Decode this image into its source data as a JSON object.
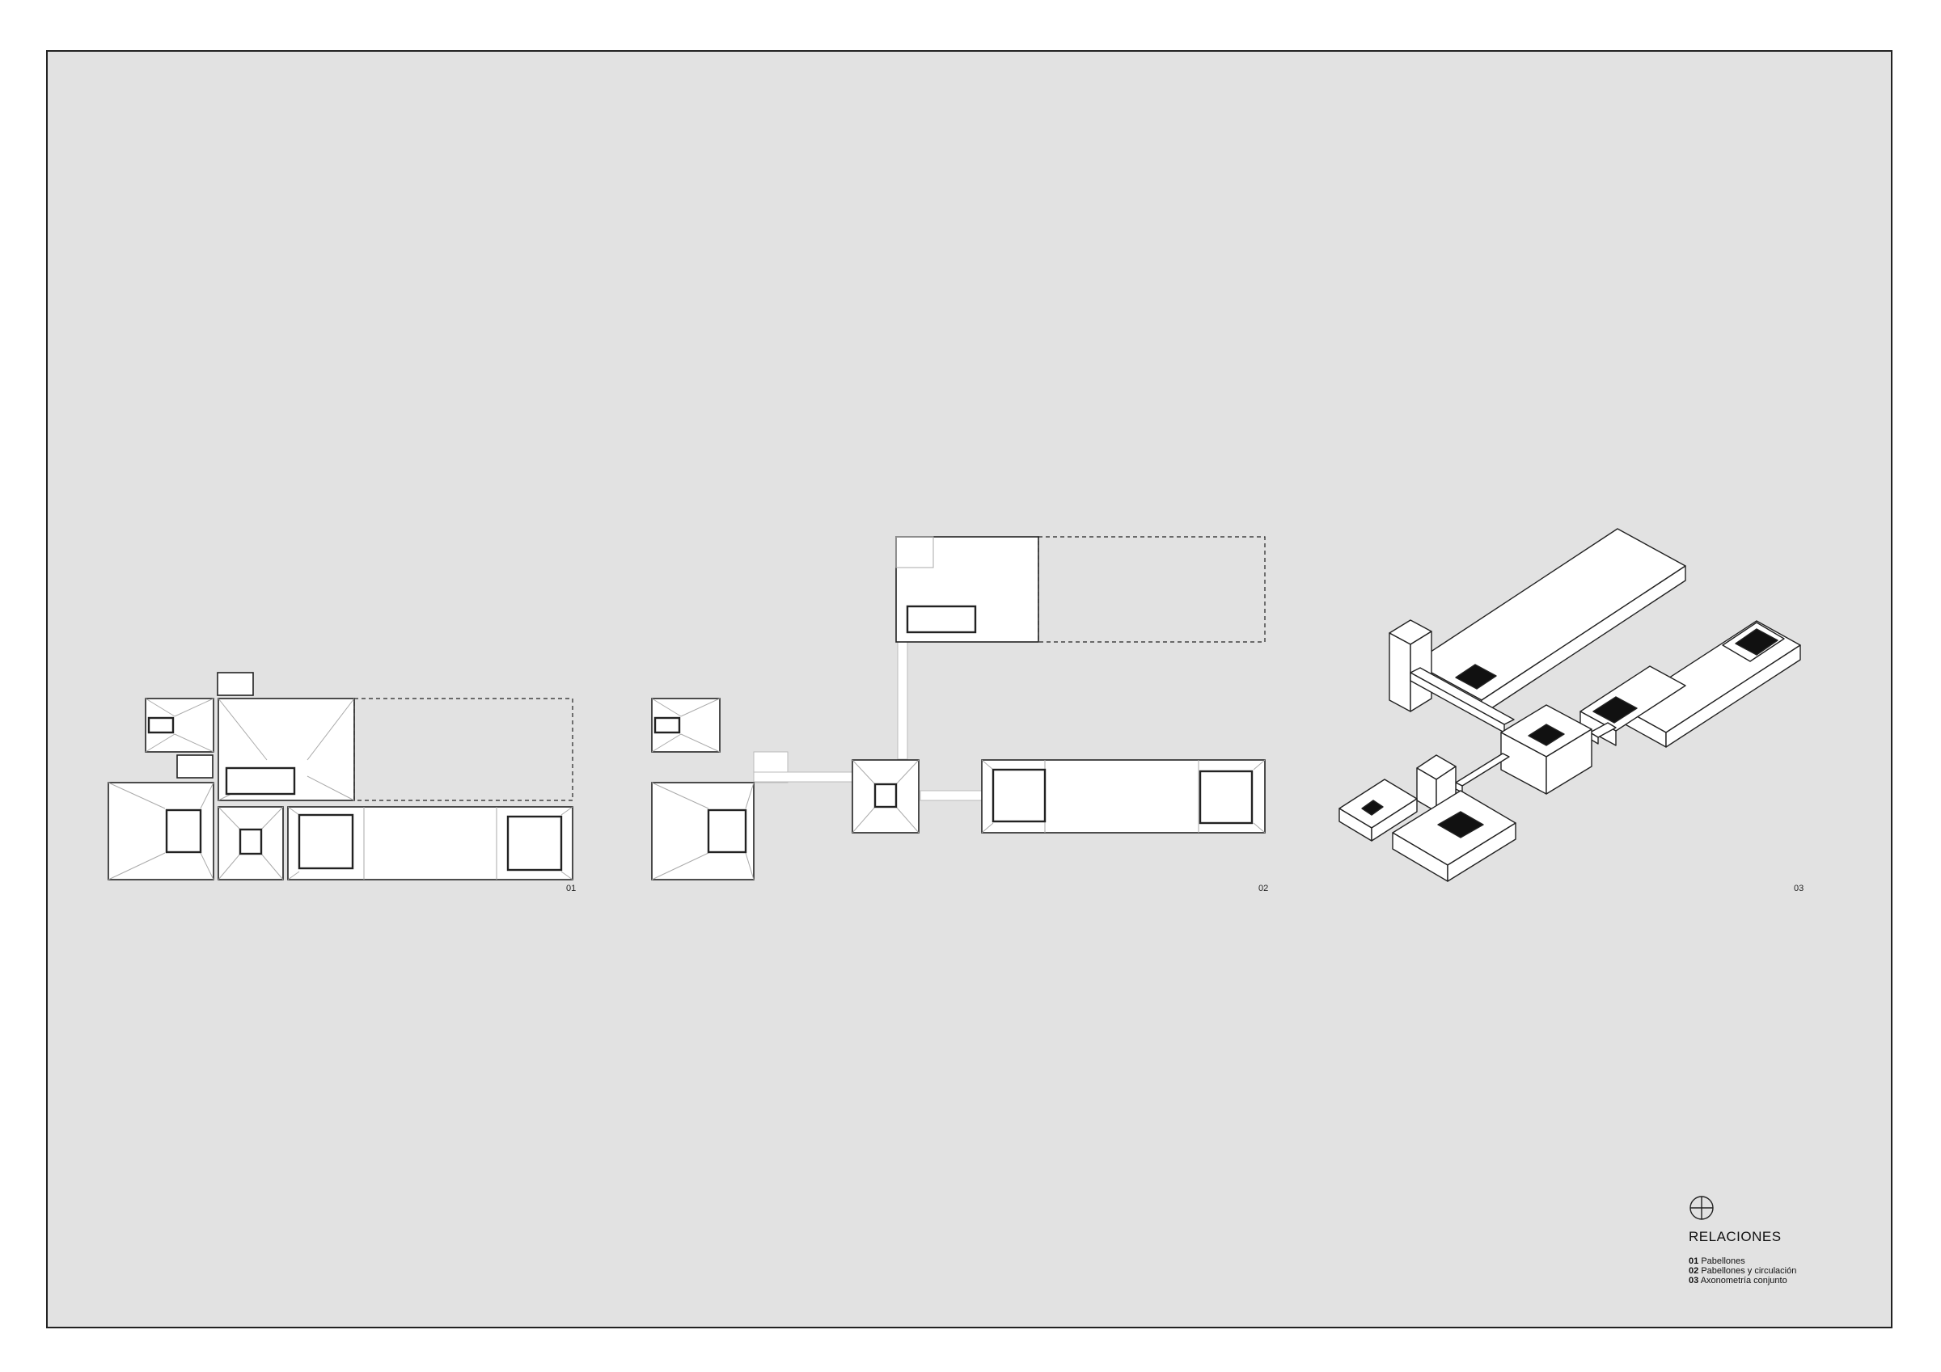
{
  "figures": [
    {
      "number": "01"
    },
    {
      "number": "02"
    },
    {
      "number": "03"
    }
  ],
  "legend": {
    "icon": "north-arrow-icon",
    "title": "RELACIONES",
    "items": [
      {
        "number": "01",
        "label": "Pabellones"
      },
      {
        "number": "02",
        "label": "Pabellones y circulación"
      },
      {
        "number": "03",
        "label": "Axonometría conjunto"
      }
    ]
  },
  "colors": {
    "sheet": "#e2e2e2",
    "border": "#222222",
    "fill": "#ffffff",
    "void": "#111111",
    "thin_line": "#9a9a9a"
  }
}
